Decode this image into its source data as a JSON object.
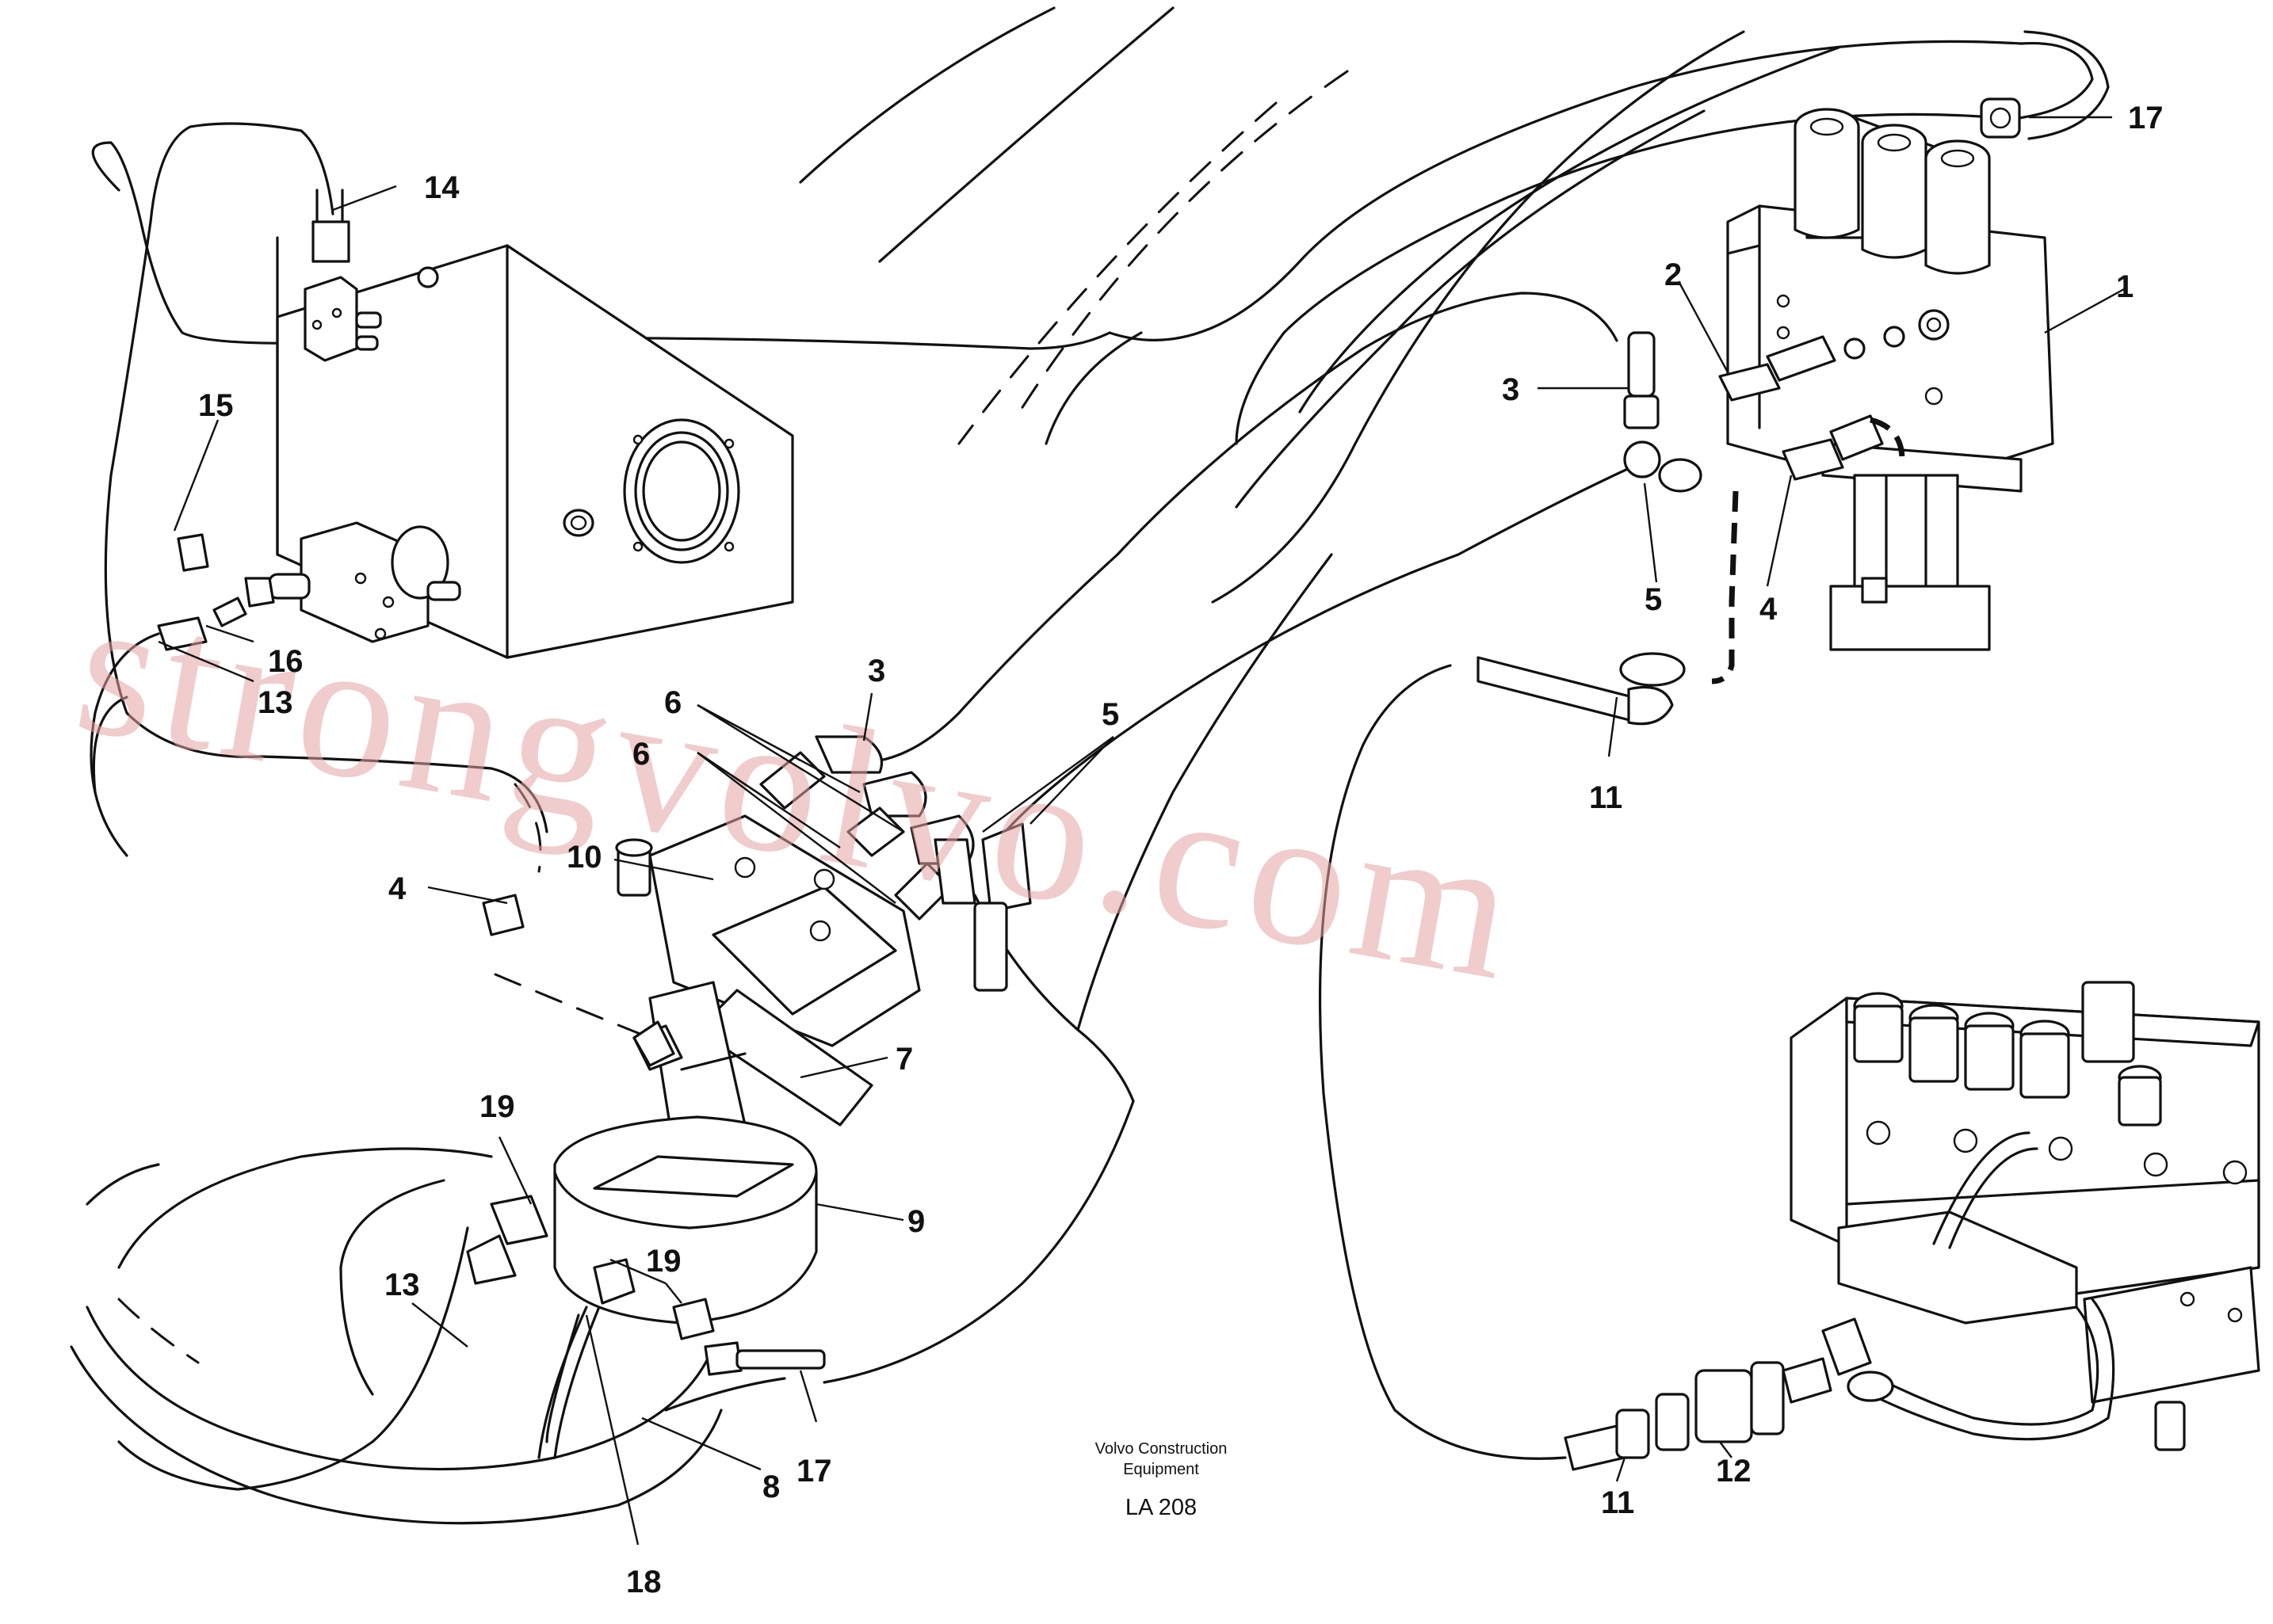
{
  "caption": {
    "line1": "Volvo Construction",
    "line2": "Equipment",
    "code": "LA 208"
  },
  "watermark": "strongvolvo.com",
  "callouts": [
    "1",
    "2",
    "3",
    "4",
    "5",
    "3",
    "6",
    "6",
    "5",
    "10",
    "4",
    "7",
    "9",
    "8",
    "11",
    "11",
    "12",
    "13",
    "13",
    "14",
    "15",
    "16",
    "17",
    "17",
    "18",
    "19",
    "19"
  ]
}
